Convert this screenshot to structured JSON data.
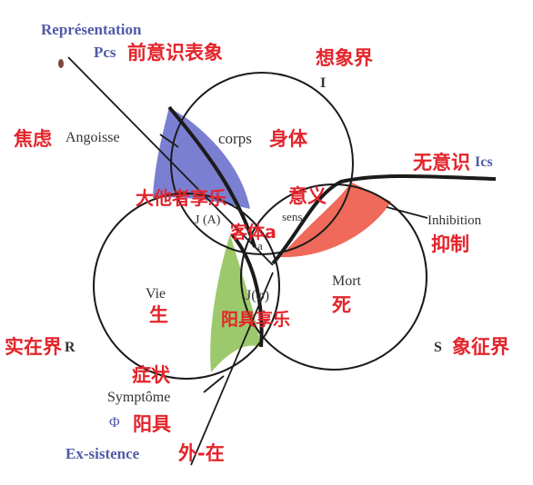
{
  "colors": {
    "chinese_text": "#e3242b",
    "french_text": "#333333",
    "blue_label": "#4f5aa8",
    "fill_purple": "#7b7fd1",
    "fill_red": "#ef6a5a",
    "fill_green": "#9bc96c",
    "line": "#1b1b1b"
  },
  "labels": {
    "representation": "Représentation",
    "pcs": "Pcs",
    "pcs_cn": "前意识表象",
    "imaginary_cn": "想象界",
    "imaginary_letter": "I",
    "angoisse": "Angoisse",
    "angoisse_cn": "焦虑",
    "corps": "corps",
    "corps_cn": "身体",
    "ucs_cn": "无意识",
    "ics": "Ics",
    "other_jouissance_cn": "大他者享乐",
    "j_a": "J (A)",
    "meaning_cn": "意义",
    "sens": "sens",
    "inhibition": "Inhibition",
    "inhibition_cn": "抑制",
    "object_a_cn": "客体a",
    "small_a": "a",
    "vie": "Vie",
    "vie_cn": "生",
    "j_phi": "J(φ)",
    "mort": "Mort",
    "mort_cn": "死",
    "phallic_jouissance_cn": "阳具享乐",
    "real_cn": "实在界",
    "real_letter": "R",
    "symbolic_letter": "S",
    "symbolic_cn": "象征界",
    "symptom_cn": "症状",
    "symptome": "Symptôme",
    "phi": "Φ",
    "phallus_cn": "阳具",
    "exsistence": "Ex-sistence",
    "exsistence_cn": "外-在"
  }
}
